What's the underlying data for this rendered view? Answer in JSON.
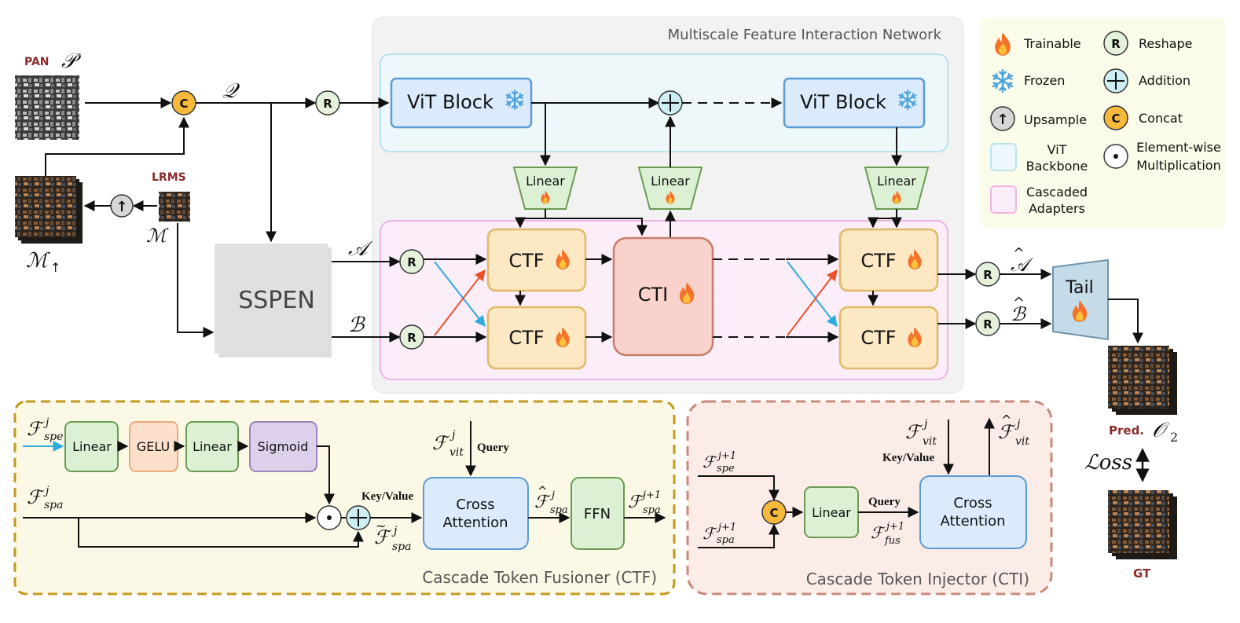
{
  "inputs": {
    "pan_tag": "PAN",
    "pan_symbol": "𝒫",
    "lrms_tag": "LRMS",
    "m_symbol": "ℳ",
    "m_up_symbol": "ℳ",
    "m_up_sub": "↑",
    "q_symbol": "𝒬"
  },
  "network": {
    "title": "Multiscale Feature Interaction Network",
    "vit_block": "ViT Block",
    "linear": "Linear",
    "ctf": "CTF",
    "cti": "CTI",
    "sspen": "SSPEN",
    "tail": "Tail",
    "a_symbol": "𝒜",
    "b_symbol": "ℬ",
    "ahat_symbol": "𝒜",
    "bhat_symbol": "ℬ",
    "hat_mark": "^"
  },
  "ops": {
    "reshape": "R",
    "concat": "C",
    "addition": "+",
    "upsample": "↑",
    "multiply": "⊙"
  },
  "legend": {
    "trainable": "Trainable",
    "frozen": "Frozen",
    "upsample": "Upsample",
    "vit_backbone_1": "ViT",
    "vit_backbone_2": "Backbone",
    "cascaded_1": "Cascaded",
    "cascaded_2": "Adapters",
    "reshape": "Reshape",
    "addition": "Addition",
    "concat": "Concat",
    "elementwise_1": "Element-wise",
    "elementwise_2": "Multiplication"
  },
  "output": {
    "pred_tag": "Pred.",
    "o2_symbol": "𝒪",
    "o2_sub": "2",
    "loss": "ℒoss",
    "gt_tag": "GT"
  },
  "ctf_panel": {
    "title": "Cascade Token Fusioner (CTF)",
    "linear": "Linear",
    "gelu": "GELU",
    "sigmoid": "Sigmoid",
    "cross_1": "Cross",
    "cross_2": "Attention",
    "ffn": "FFN",
    "query": "Query",
    "keyvalue": "Key/Value",
    "f_symbol": "ℱ",
    "sub_spe": "spe",
    "sub_spa": "spa",
    "sub_vit": "vit",
    "sup_j": "j",
    "sup_j1": "j+1",
    "hat_mark": "^",
    "tilde_mark": "~"
  },
  "cti_panel": {
    "title": "Cascade Token Injector (CTI)",
    "linear": "Linear",
    "cross_1": "Cross",
    "cross_2": "Attention",
    "query": "Query",
    "keyvalue": "Key/Value",
    "f_symbol": "ℱ",
    "sub_spe": "spe",
    "sub_spa": "spa",
    "sub_vit": "vit",
    "sub_fus": "fus",
    "sup_j": "j",
    "sup_j1": "j+1",
    "hat_mark": "^"
  },
  "colors": {
    "vit_fill": "#dcebfb",
    "vit_stroke": "#5b9bd5",
    "ctf_fill": "#fde8c4",
    "ctf_stroke": "#e2b866",
    "cti_fill": "#f9d2cc",
    "cti_stroke": "#c97d6a",
    "linear_fill": "#dcf0d4",
    "linear_stroke": "#6b9a52",
    "r_fill": "#e4f2dc",
    "c_fill": "#f6b93b",
    "add_fill": "#cdeef2",
    "cyan_arrow": "#2eaadc",
    "red_arrow": "#e8542b"
  }
}
